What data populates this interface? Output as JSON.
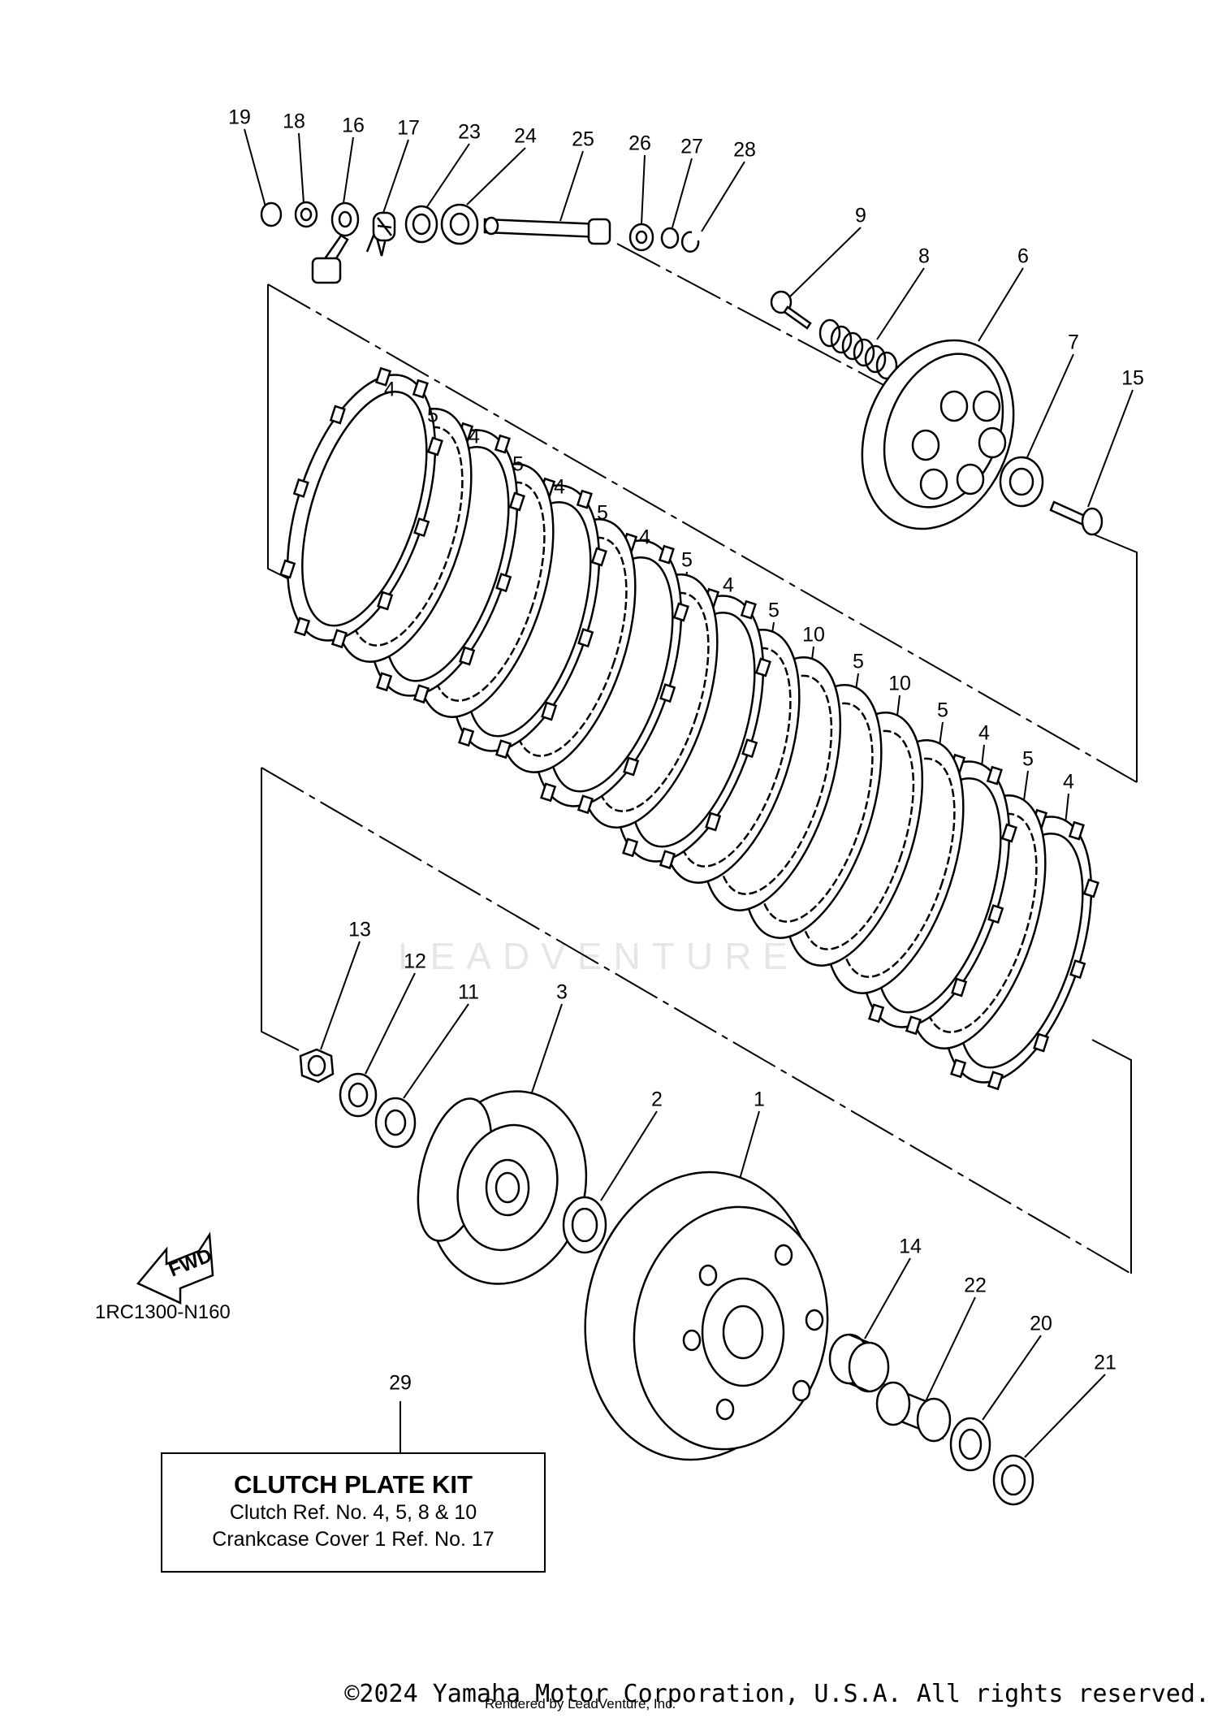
{
  "diagram_code": "1RC1300-N160",
  "watermark": "LEADVENTURE",
  "fwd_label": "FWD",
  "callouts": [
    {
      "id": "19",
      "label": "19"
    },
    {
      "id": "18",
      "label": "18"
    },
    {
      "id": "16",
      "label": "16"
    },
    {
      "id": "17",
      "label": "17"
    },
    {
      "id": "23",
      "label": "23"
    },
    {
      "id": "24",
      "label": "24"
    },
    {
      "id": "25",
      "label": "25"
    },
    {
      "id": "26",
      "label": "26"
    },
    {
      "id": "27",
      "label": "27"
    },
    {
      "id": "28",
      "label": "28"
    },
    {
      "id": "9",
      "label": "9"
    },
    {
      "id": "8",
      "label": "8"
    },
    {
      "id": "6",
      "label": "6"
    },
    {
      "id": "7",
      "label": "7"
    },
    {
      "id": "15",
      "label": "15"
    },
    {
      "id": "4a",
      "label": "4"
    },
    {
      "id": "5a",
      "label": "5"
    },
    {
      "id": "4b",
      "label": "4"
    },
    {
      "id": "5b",
      "label": "5"
    },
    {
      "id": "4c",
      "label": "4"
    },
    {
      "id": "5c",
      "label": "5"
    },
    {
      "id": "4d",
      "label": "4"
    },
    {
      "id": "5d",
      "label": "5"
    },
    {
      "id": "4e",
      "label": "4"
    },
    {
      "id": "5e",
      "label": "5"
    },
    {
      "id": "10a",
      "label": "10"
    },
    {
      "id": "5f",
      "label": "5"
    },
    {
      "id": "10b",
      "label": "10"
    },
    {
      "id": "5g",
      "label": "5"
    },
    {
      "id": "4f",
      "label": "4"
    },
    {
      "id": "5h",
      "label": "5"
    },
    {
      "id": "4g",
      "label": "4"
    },
    {
      "id": "13",
      "label": "13"
    },
    {
      "id": "12",
      "label": "12"
    },
    {
      "id": "11",
      "label": "11"
    },
    {
      "id": "3",
      "label": "3"
    },
    {
      "id": "2",
      "label": "2"
    },
    {
      "id": "1",
      "label": "1"
    },
    {
      "id": "14",
      "label": "14"
    },
    {
      "id": "22",
      "label": "22"
    },
    {
      "id": "20",
      "label": "20"
    },
    {
      "id": "21",
      "label": "21"
    },
    {
      "id": "29",
      "label": "29"
    }
  ],
  "kit": {
    "title": "CLUTCH PLATE KIT",
    "line1": "Clutch Ref. No. 4, 5, 8 & 10",
    "line2": "Crankcase Cover 1 Ref. No. 17"
  },
  "copyright": "©2024 Yamaha Motor Corporation, U.S.A. All rights reserved.",
  "rendered_by": "Rendered by LeadVenture, Inc."
}
